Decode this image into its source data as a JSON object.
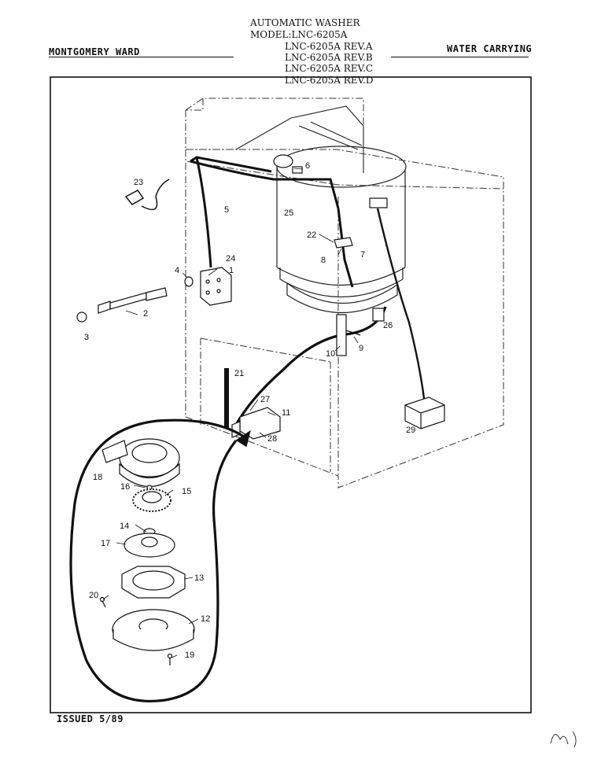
{
  "header": {
    "brand": "MONTGOMERY WARD",
    "section": "WATER CARRYING",
    "title_lines": [
      "AUTOMATIC WASHER",
      "MODEL:LNC-6205A",
      "LNC-6205A REV.A",
      "LNC-6205A REV.B",
      "LNC-6205A REV.C",
      "LNC-6205A REV.D"
    ]
  },
  "footer": {
    "issued": "ISSUED 5/89"
  },
  "diagram": {
    "part_labels": [
      "1",
      "2",
      "3",
      "4",
      "5",
      "6",
      "7",
      "8",
      "9",
      "10",
      "11",
      "12",
      "13",
      "14",
      "15",
      "16",
      "17",
      "18",
      "19",
      "20",
      "21",
      "22",
      "23",
      "24",
      "25",
      "26",
      "27",
      "28",
      "29"
    ]
  }
}
